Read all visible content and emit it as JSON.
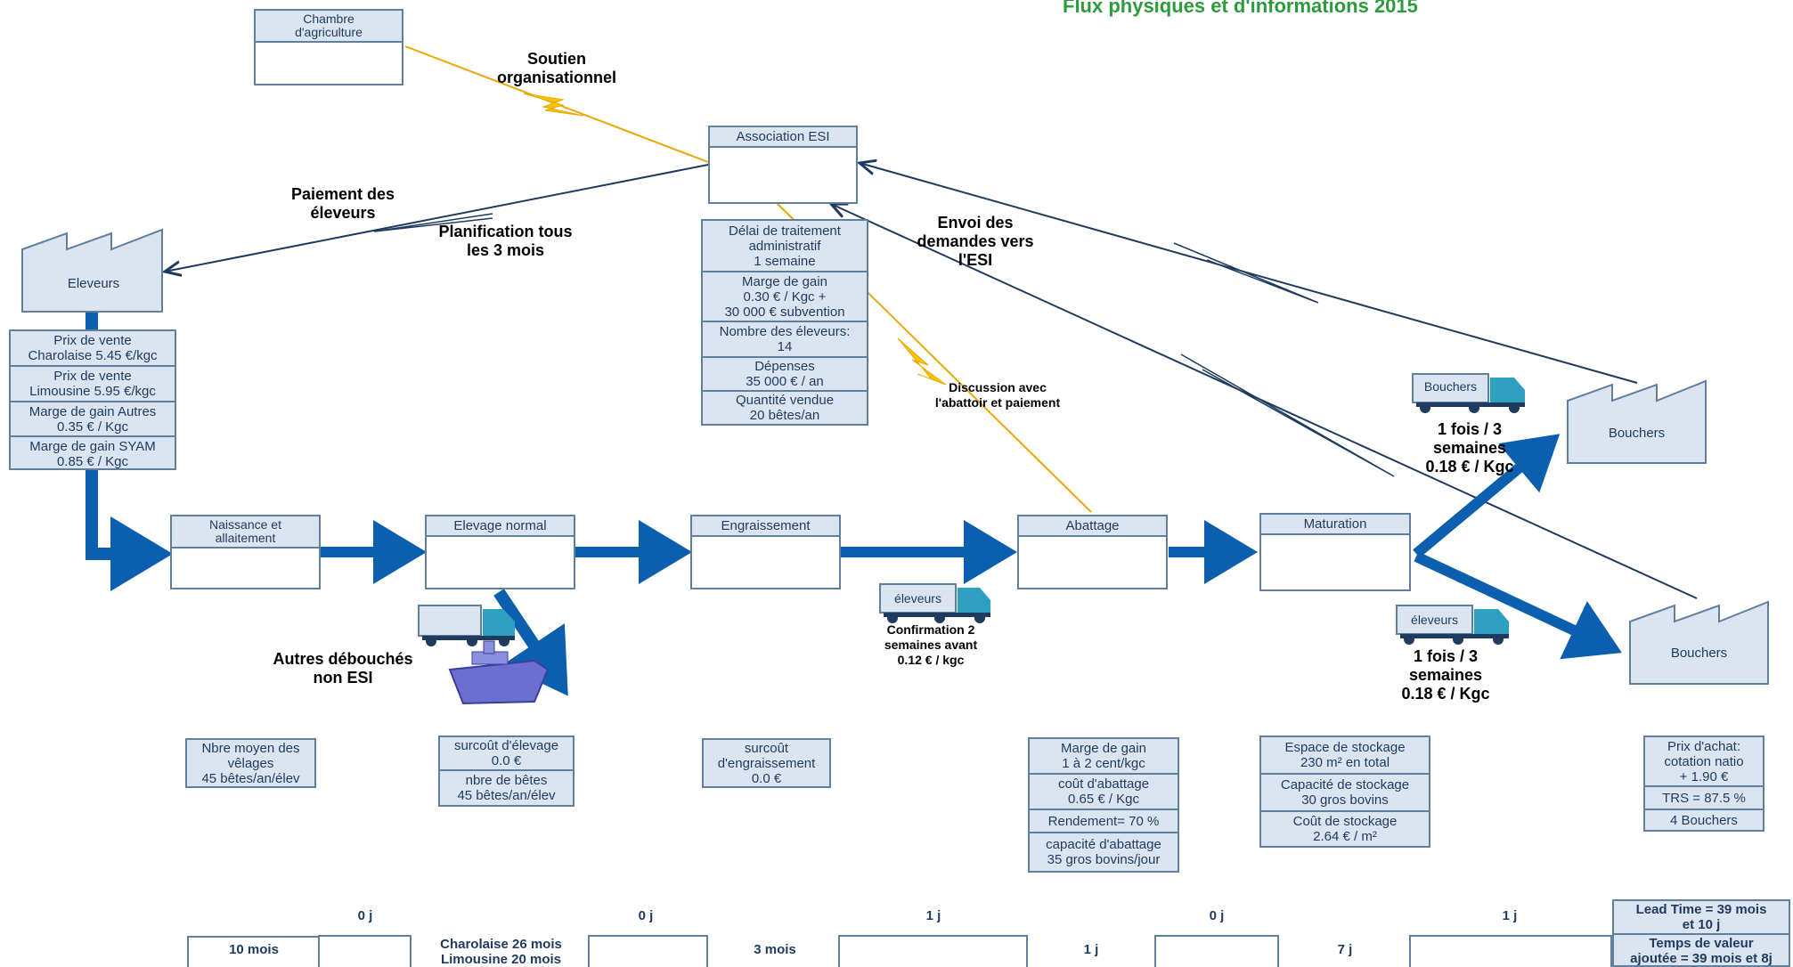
{
  "title": "Flux physiques et d'informations 2015",
  "entities": {
    "chambre": "Chambre\nd'agriculture",
    "esi": "Association ESI",
    "eleveurs": "Eleveurs",
    "bouchers_top": "Bouchers",
    "bouchers_bottom": "Bouchers"
  },
  "esi_data": [
    "Délai de traitement\nadministratif\n1 semaine",
    "Marge de gain\n0.30 € / Kgc +\n30 000 € subvention",
    "Nombre des éleveurs:\n14",
    "Dépenses\n35 000 € / an",
    "Quantité vendue\n20 bêtes/an"
  ],
  "eleveurs_data": [
    "Prix de vente\nCharolaise 5.45 €/kgc",
    "Prix de vente\nLimousine 5.95 €/kgc",
    "Marge de gain Autres\n0.35 € / Kgc",
    "Marge de gain SYAM\n0.85 € / Kgc"
  ],
  "info_labels": {
    "soutien": "Soutien\norganisationnel",
    "paiement": "Paiement des\néleveurs",
    "planification": "Planification tous\nles 3 mois",
    "envoi": "Envoi des\ndemandes vers\nl'ESI",
    "discussion": "Discussion avec\nl'abattoir et paiement"
  },
  "processes": [
    "Naissance et\nallaitement",
    "Elevage normal",
    "Engraissement",
    "Abattage",
    "Maturation"
  ],
  "trucks": {
    "bouchers": "Bouchers",
    "eleveurs_mid": "éleveurs",
    "eleveurs_right": "éleveurs",
    "plain": ""
  },
  "transport_labels": {
    "bouchers": "1 fois / 3\nsemaines\n0.18 € / Kgc",
    "eleveurs": "1 fois / 3\nsemaines\n0.18 € / Kgc",
    "confirmation": "Confirmation 2\nsemaines avant\n0.12 € / kgc",
    "autres": "Autres débouchés\nnon ESI"
  },
  "data_boxes": {
    "naissance": [
      "Nbre moyen des\nvêlages\n45 bêtes/an/élev"
    ],
    "elevage": [
      "surcoût d'élevage\n0.0 €",
      "nbre de bêtes\n45 bêtes/an/élev"
    ],
    "engraissement": [
      "surcoût\nd'engraissement\n0.0 €"
    ],
    "abattage": [
      "Marge de gain\n1 à 2 cent/kgc",
      "coût d'abattage\n0.65 € / Kgc",
      "Rendement= 70 %",
      "capacité d'abattage\n35 gros bovins/jour"
    ],
    "maturation": [
      "Espace de stockage\n230 m² en total",
      "Capacité de stockage\n30 gros bovins",
      "Coût de stockage\n2.64 € / m²"
    ],
    "bouchers": [
      "Prix d'achat:\ncotation natio\n+ 1.90 €",
      "TRS = 87.5 %",
      "4 Bouchers"
    ]
  },
  "timeline": {
    "top": [
      "0 j",
      "0 j",
      "1 j",
      "0 j",
      "1 j"
    ],
    "bottom": [
      "10 mois",
      "Charolaise 26 mois\nLimousine 20 mois",
      "3 mois",
      "1 j",
      "7 j"
    ],
    "lead_time": "Lead Time = 39 mois\net 10 j",
    "value_time": "Temps de valeur\najoutée = 39 mois et 8j"
  },
  "colors": {
    "flow": "#0b5fae",
    "box_border": "#5f7f9c",
    "box_fill": "#dbe5f1",
    "lightning": "#f5c400",
    "title": "#2e9a3e",
    "truck": "#2f9fbf"
  }
}
